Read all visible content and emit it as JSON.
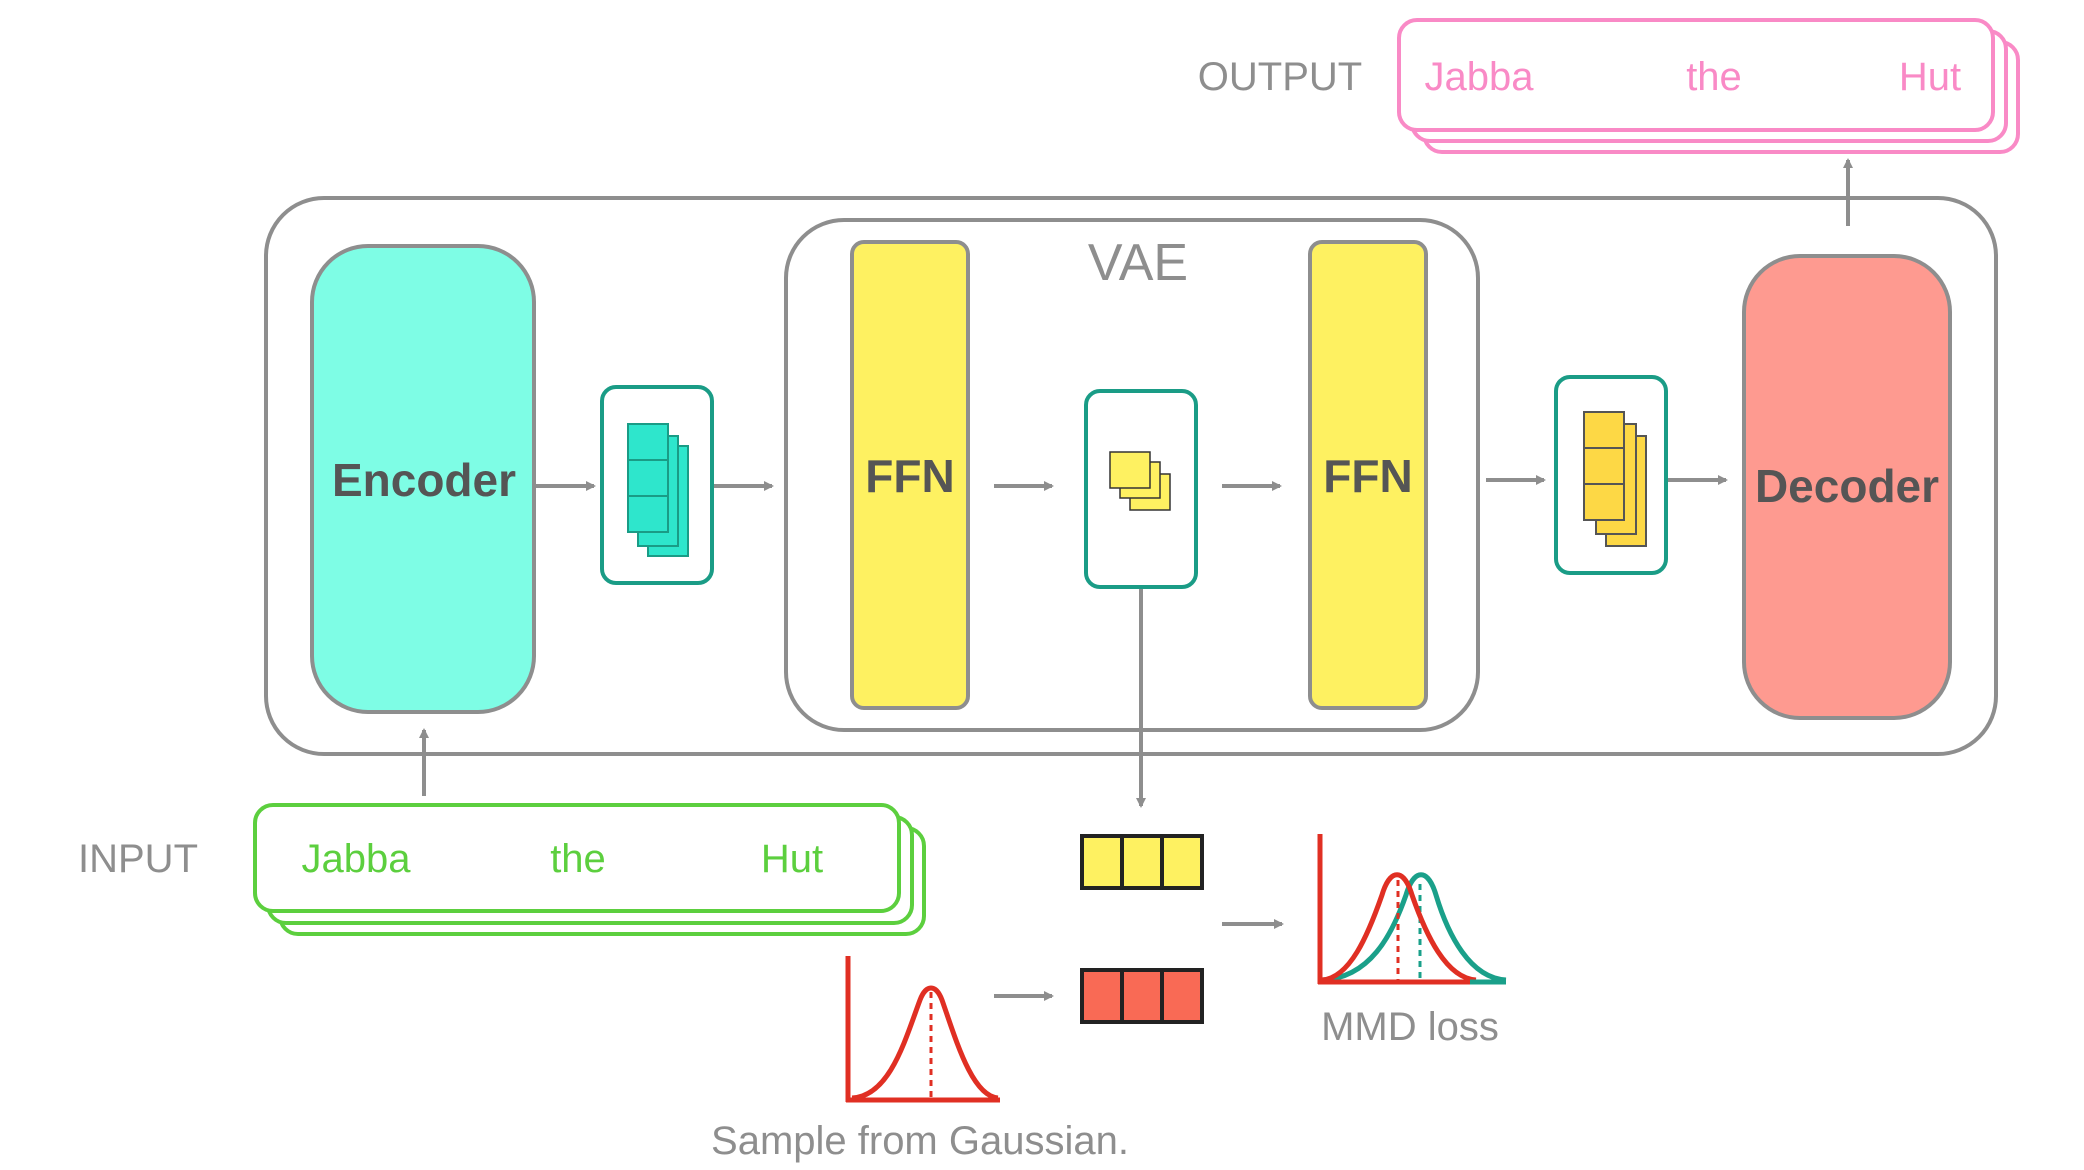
{
  "output": {
    "label": "OUTPUT",
    "tokens": [
      "Jabba",
      "the",
      "Hut"
    ]
  },
  "input": {
    "label": "INPUT",
    "tokens": [
      "Jabba",
      "the",
      "Hut"
    ]
  },
  "blocks": {
    "encoder": "Encoder",
    "ffn_left": "FFN",
    "ffn_right": "FFN",
    "decoder": "Decoder",
    "vae": "VAE"
  },
  "captions": {
    "mmd_loss": "MMD loss",
    "sample": "Sample from Gaussian."
  },
  "colors": {
    "encoder": "#7efde5",
    "ffn": "#fef161",
    "decoder": "#fe9a90",
    "teal_cell": "#2ee6cc",
    "teal_border": "#1a9c86",
    "yellow_cell": "#fdd845",
    "sample_yellow": "#fef161",
    "sample_red": "#f96a55",
    "gaussian_red": "#e02f23",
    "gaussian_teal": "#1aa08a",
    "input_green": "#5ccf3e",
    "output_pink": "#f98ac6",
    "frame_gray": "#8e8e8e"
  }
}
